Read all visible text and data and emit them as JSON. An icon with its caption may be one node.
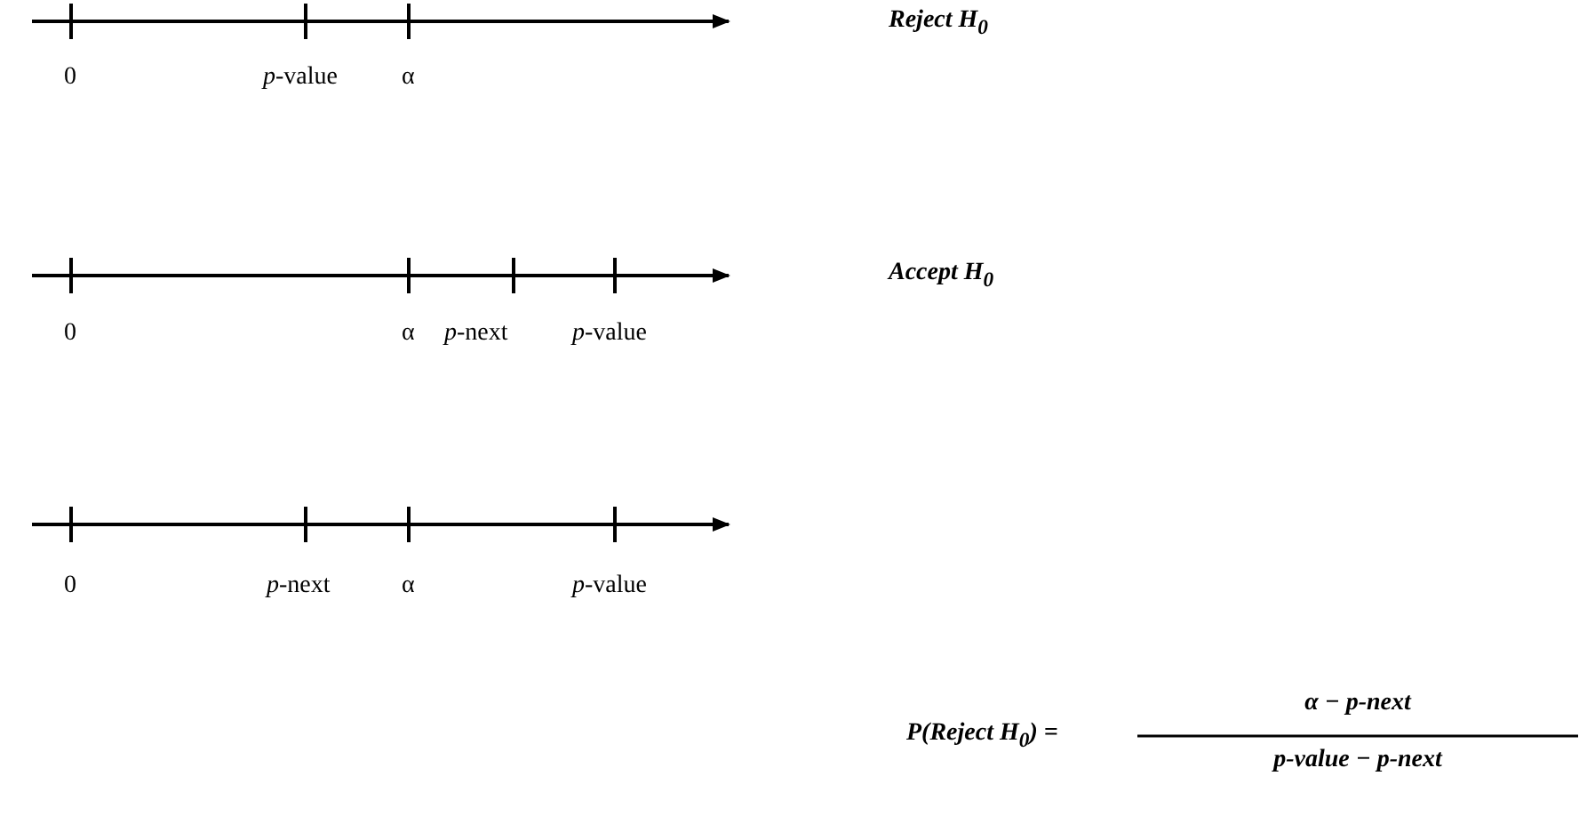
{
  "diagram": {
    "labels": [
      "Reject H$_{0}$",
      "0",
      "*p*-value",
      "α",
      "Accept H$_{0}$",
      "0",
      "α",
      "*p*-next",
      "*p*-value",
      "P(Reject H$_{0}$) =",
      "α  −  *p*-next",
      "*p*-value  −  *p*-next",
      "0",
      "*p*-next",
      "α",
      "*p*-value"
    ]
  }
}
